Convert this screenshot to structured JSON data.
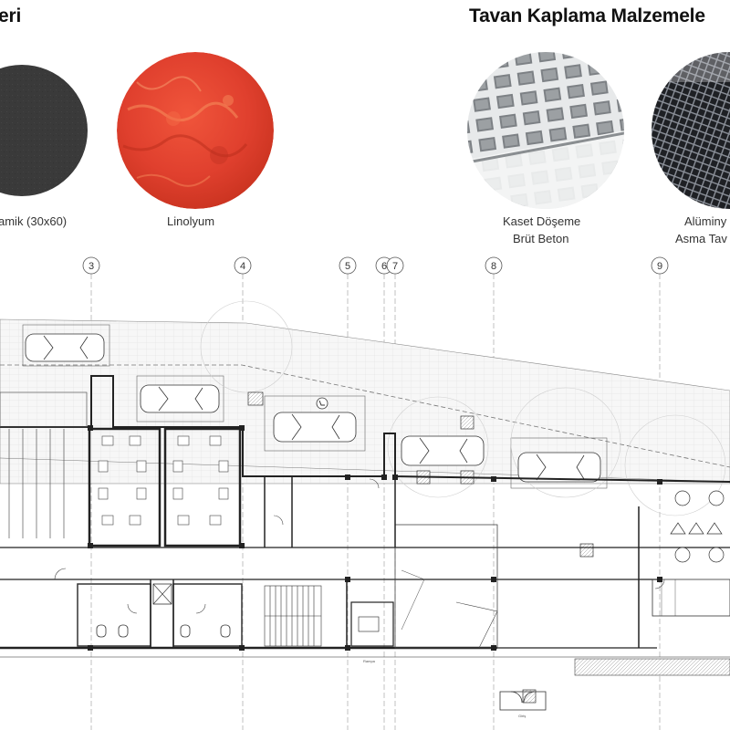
{
  "headings": {
    "floor_partial": "eri",
    "ceiling": "Tavan Kaplama Malzemele"
  },
  "materials": {
    "ceramic": "amik (30x60)",
    "linoleum": "Linolyum",
    "coffered_line1": "Kaset Döşeme",
    "coffered_line2": "Brüt Beton",
    "aluminium_line1": "Alüminy",
    "aluminium_line2": "Asma Tav"
  },
  "colors": {
    "ceramic": "#3a3a3a",
    "linoleum": "#e0402e",
    "concrete": "#c9ccce",
    "aluminium": "#2b2e33"
  },
  "grid_axes": [
    "3",
    "4",
    "5",
    "6",
    "7",
    "8",
    "9"
  ],
  "plan_labels": {
    "ramp": "Rampa",
    "entrance": "Giriş"
  }
}
